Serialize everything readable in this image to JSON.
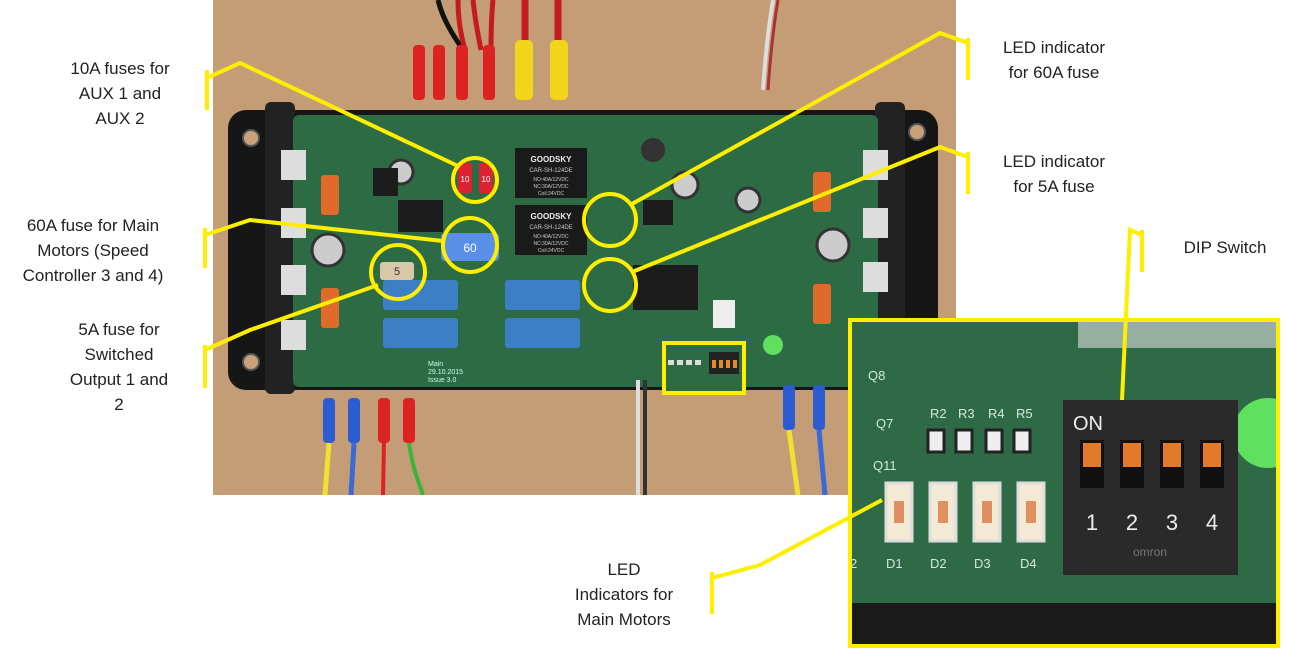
{
  "labels": {
    "fuses_10a": "10A fuses for\nAUX 1 and\nAUX 2",
    "fuse_60a": "60A fuse for Main\nMotors (Speed\nController 3 and 4)",
    "fuse_5a": "5A fuse for\nSwitched\nOutput 1 and\n2",
    "led_60a": "LED indicator\nfor 60A fuse",
    "led_5a": "LED indicator\nfor 5A fuse",
    "dip_switch": "DIP Switch",
    "led_motors": "LED\nIndicators for\nMain Motors"
  },
  "board": {
    "relay_brand": "GOODSKY",
    "relay_model": "CAR-SH-124DE",
    "relay_spec_1": "NO:40A/12VDC",
    "relay_spec_2": "NC:30A/12VDC",
    "relay_spec_3": "Coil:24VDC",
    "fuse_10_left": "10",
    "fuse_10_right": "10",
    "fuse_60": "60",
    "fuse_5": "5",
    "silk_main": "Main",
    "silk_date": "29.10.2015",
    "silk_issue": "Issue 3.0"
  },
  "inset": {
    "dip_on": "ON",
    "dip_1": "1",
    "dip_2": "2",
    "dip_3": "3",
    "dip_4": "4",
    "dip_brand": "omron",
    "led_d1": "D1",
    "led_d2": "D2",
    "led_d3": "D3",
    "led_d4": "D4",
    "res_r2": "R2",
    "res_r3": "R3",
    "res_r4": "R4",
    "res_r5": "R5",
    "q8": "Q8",
    "q7": "Q7",
    "q11": "Q11",
    "edge_2": "2"
  },
  "colors": {
    "callout": "#ffee00",
    "pcb": "#2c6b43",
    "background": "#c9a27a"
  }
}
